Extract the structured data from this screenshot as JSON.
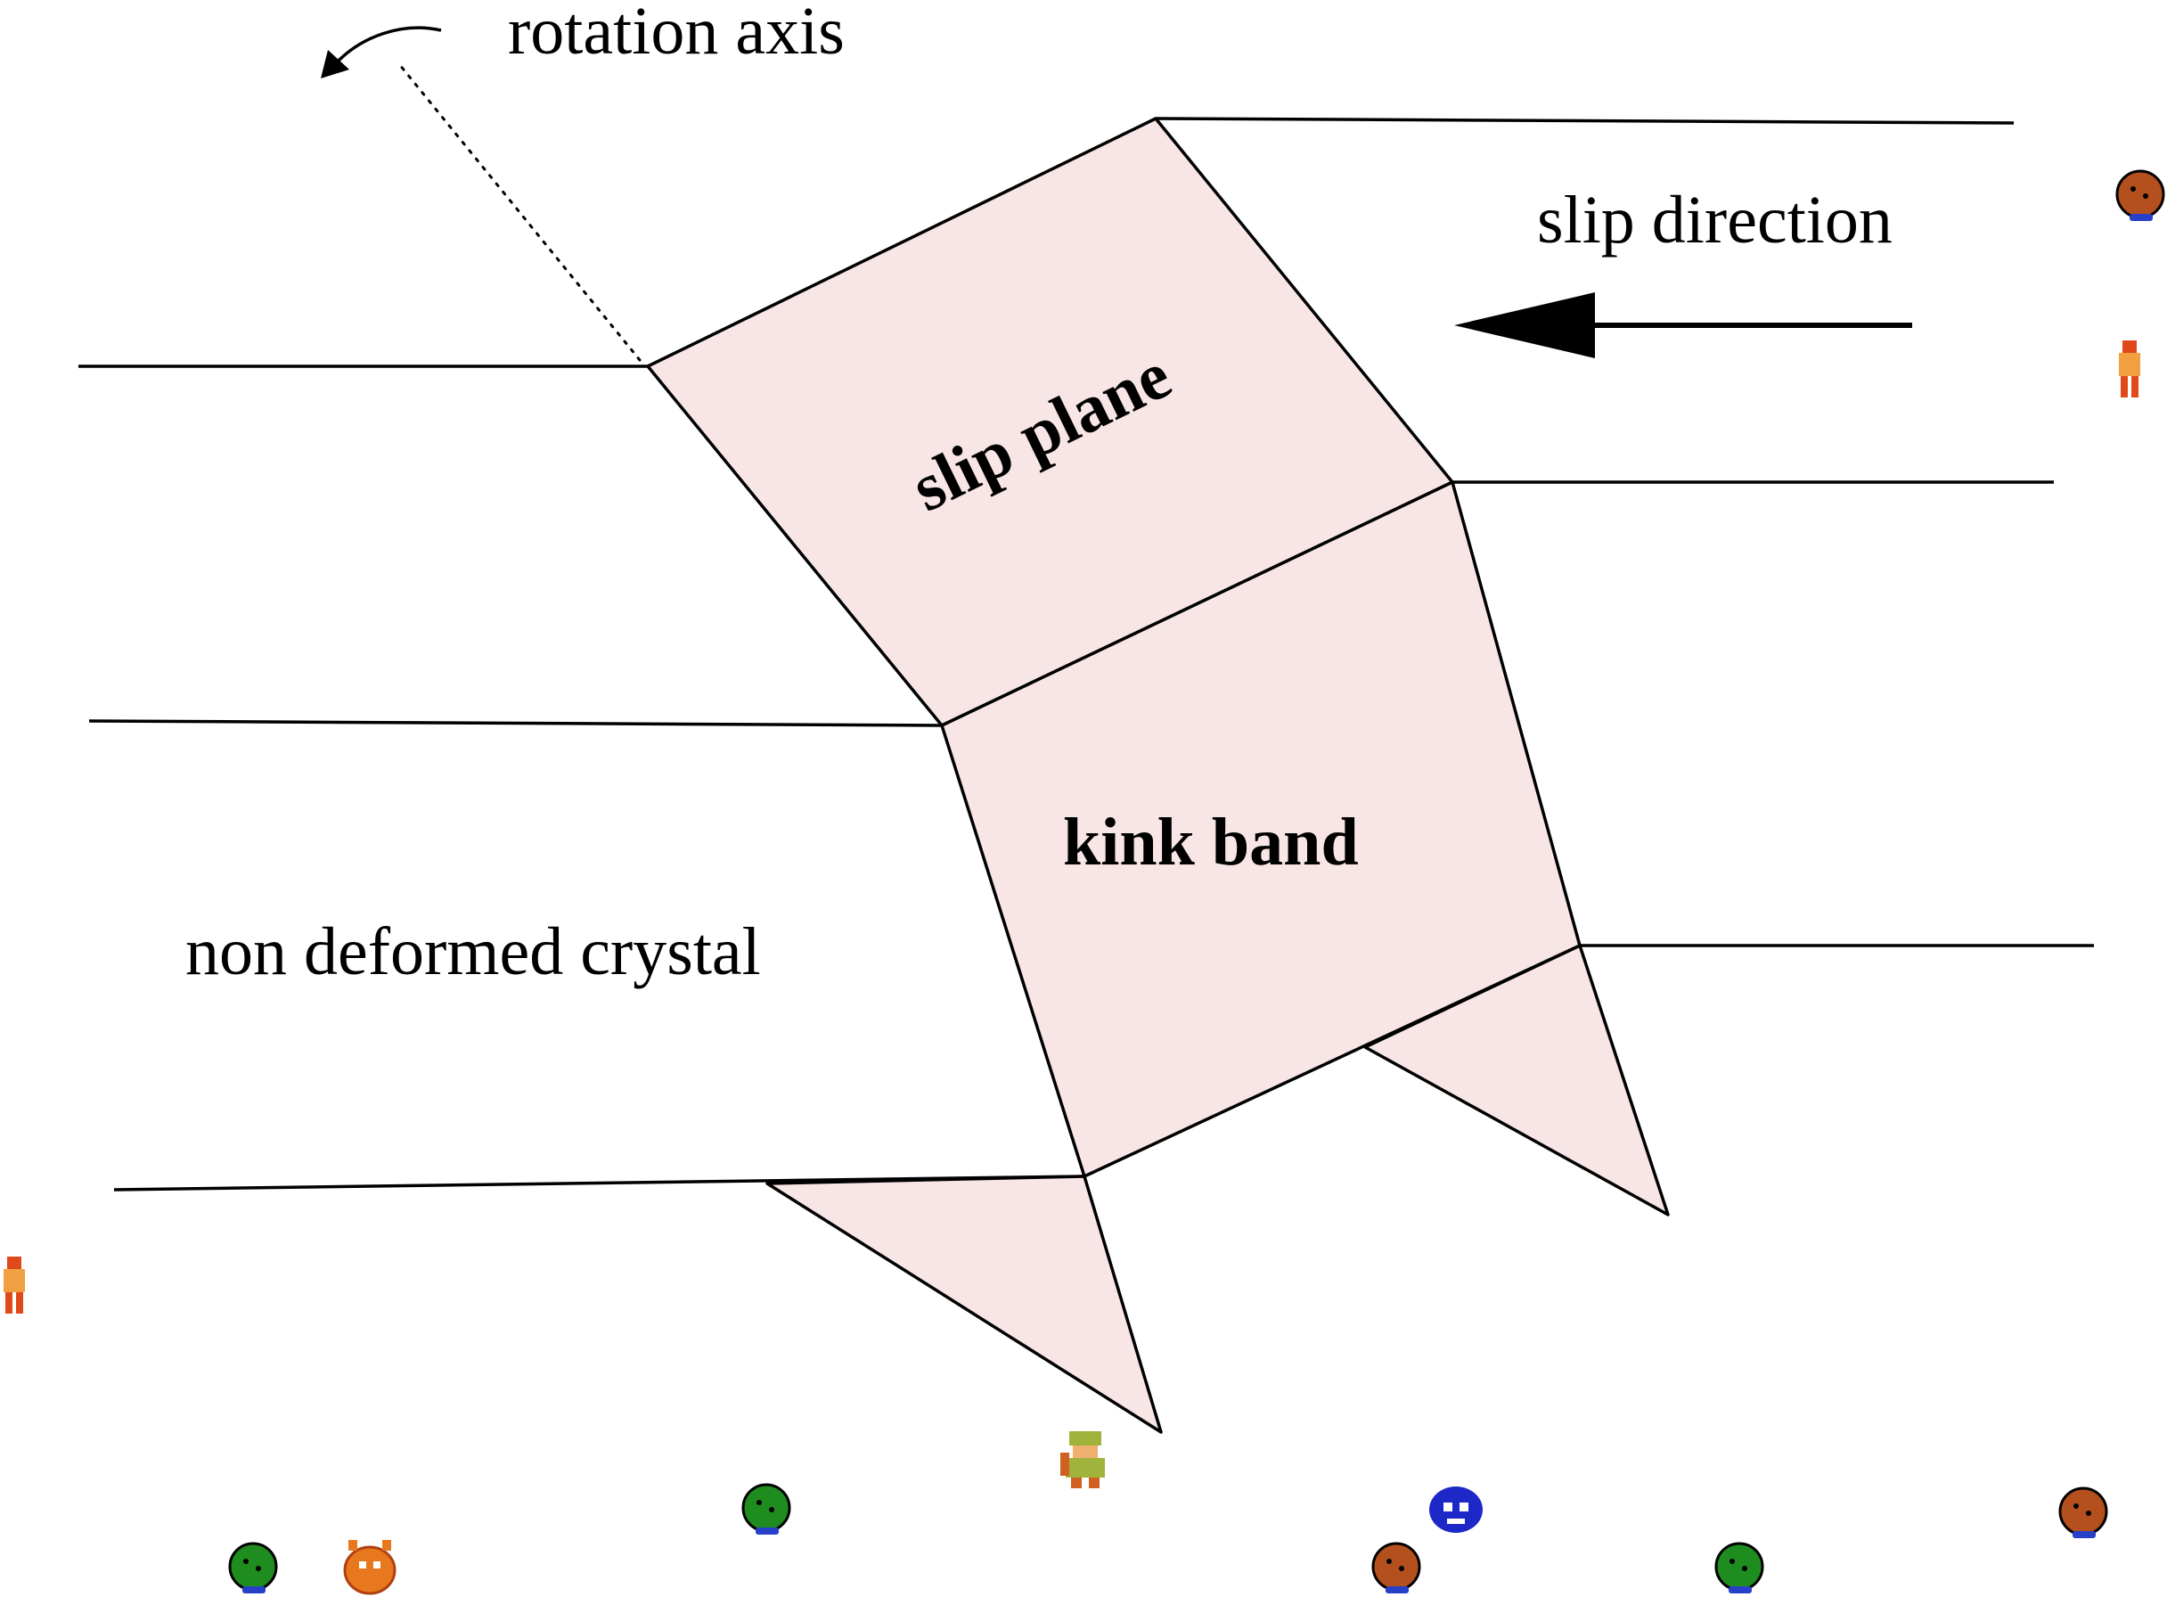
{
  "diagram": {
    "labels": {
      "rotation_axis": "rotation axis",
      "slip_direction": "slip direction",
      "slip_plane": "slip plane",
      "kink_band": "kink band",
      "non_deformed_crystal": "non deformed crystal"
    },
    "colors": {
      "region_fill": "#f8e6e6",
      "stroke": "#000000",
      "background": "#ffffff"
    }
  },
  "sprites": [
    {
      "name": "brown-tree-icon",
      "color": "#b4501e"
    },
    {
      "name": "red-figure-icon",
      "color": "#e04a1a"
    },
    {
      "name": "green-tree-icon",
      "color": "#1e8c1e"
    },
    {
      "name": "orange-creature-icon",
      "color": "#e8781e"
    },
    {
      "name": "link-hero-icon",
      "color": "#a0b43c"
    },
    {
      "name": "blue-creature-icon",
      "color": "#1e28c8"
    }
  ]
}
